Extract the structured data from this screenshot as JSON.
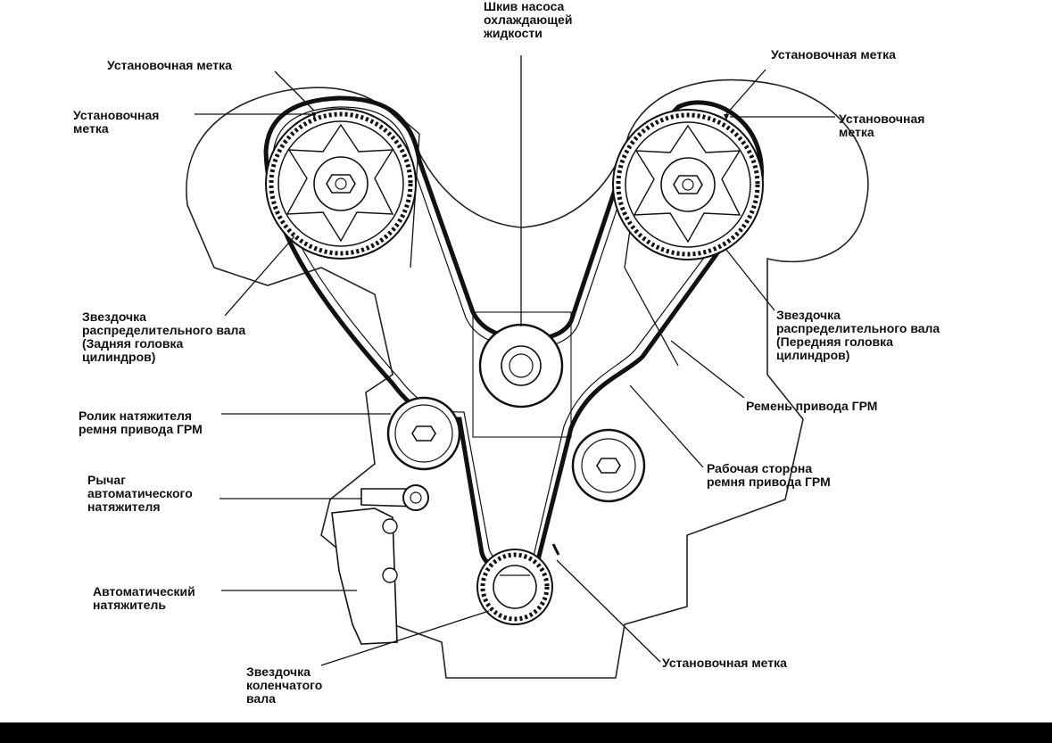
{
  "labels": {
    "pump_pulley": "Шкив насоса\nохлаждающей\nжидкости",
    "timing_mark_top_left": "Установочная метка",
    "timing_mark_left": "Установочная\nметка",
    "timing_mark_top_right": "Установочная метка",
    "timing_mark_right": "Установочная\nметка",
    "cam_sprocket_rear": "Звездочка\nраспределительного вала\n(Задняя головка\nцилиндров)",
    "cam_sprocket_front": "Звездочка\nраспределительного вала\n(Передняя головка\nцилиндров)",
    "tensioner_pulley": "Ролик натяжителя\nремня привода ГРМ",
    "timing_belt": "Ремень привода ГРМ",
    "tensioner_arm": "Рычаг\nавтоматического\nнатяжителя",
    "belt_working_side": "Рабочая сторона\nремня привода ГРМ",
    "auto_tensioner": "Автоматический\nнатяжитель",
    "timing_mark_bottom": "Установочная метка",
    "crank_sprocket": "Звездочка\nколенчатого\nвала"
  }
}
